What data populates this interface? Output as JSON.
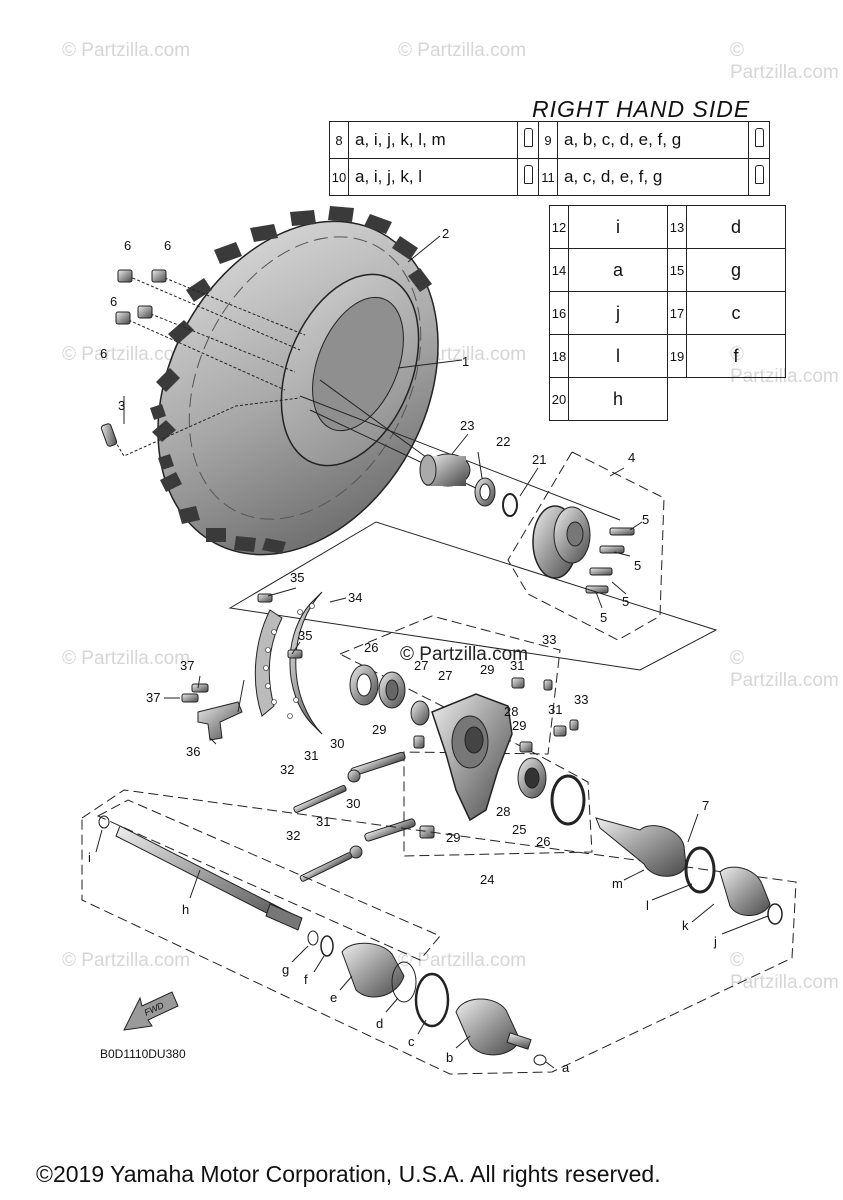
{
  "title": "RIGHT HAND SIDE",
  "watermark": "© Partzilla.com",
  "site_watermark": "© Partzilla.com",
  "diagram_code": "B0D1110DU380",
  "copyright": "©2019 Yamaha Motor Corporation, U.S.A. All rights reserved.",
  "fwd_label": "FWD",
  "grease_table": [
    {
      "num": "8",
      "letters": "a, i, j, k, l, m"
    },
    {
      "num": "9",
      "letters": "a, b, c, d, e, f, g"
    },
    {
      "num": "10",
      "letters": "a, i, j, k, l"
    },
    {
      "num": "11",
      "letters": "a, c, d, e, f, g"
    }
  ],
  "ref_table": [
    {
      "num": "12",
      "letter": "i"
    },
    {
      "num": "13",
      "letter": "d"
    },
    {
      "num": "14",
      "letter": "a"
    },
    {
      "num": "15",
      "letter": "g"
    },
    {
      "num": "16",
      "letter": "j"
    },
    {
      "num": "17",
      "letter": "c"
    },
    {
      "num": "18",
      "letter": "l"
    },
    {
      "num": "19",
      "letter": "f"
    },
    {
      "num": "20",
      "letter": "h"
    }
  ],
  "callouts": [
    {
      "text": "1"
    },
    {
      "text": "2"
    },
    {
      "text": "3"
    },
    {
      "text": "4"
    },
    {
      "text": "5"
    },
    {
      "text": "5"
    },
    {
      "text": "5"
    },
    {
      "text": "5"
    },
    {
      "text": "6"
    },
    {
      "text": "6"
    },
    {
      "text": "6"
    },
    {
      "text": "6"
    },
    {
      "text": "7"
    },
    {
      "text": "21"
    },
    {
      "text": "22"
    },
    {
      "text": "23"
    },
    {
      "text": "24"
    },
    {
      "text": "25"
    },
    {
      "text": "26"
    },
    {
      "text": "26"
    },
    {
      "text": "27"
    },
    {
      "text": "27"
    },
    {
      "text": "28"
    },
    {
      "text": "28"
    },
    {
      "text": "29"
    },
    {
      "text": "29"
    },
    {
      "text": "29"
    },
    {
      "text": "29"
    },
    {
      "text": "30"
    },
    {
      "text": "30"
    },
    {
      "text": "31"
    },
    {
      "text": "31"
    },
    {
      "text": "31"
    },
    {
      "text": "31"
    },
    {
      "text": "32"
    },
    {
      "text": "32"
    },
    {
      "text": "33"
    },
    {
      "text": "33"
    },
    {
      "text": "34"
    },
    {
      "text": "35"
    },
    {
      "text": "35"
    },
    {
      "text": "36"
    },
    {
      "text": "37"
    },
    {
      "text": "37"
    },
    {
      "text": "a"
    },
    {
      "text": "b"
    },
    {
      "text": "c"
    },
    {
      "text": "d"
    },
    {
      "text": "e"
    },
    {
      "text": "f"
    },
    {
      "text": "g"
    },
    {
      "text": "h"
    },
    {
      "text": "i"
    },
    {
      "text": "j"
    },
    {
      "text": "k"
    },
    {
      "text": "l"
    },
    {
      "text": "m"
    }
  ]
}
